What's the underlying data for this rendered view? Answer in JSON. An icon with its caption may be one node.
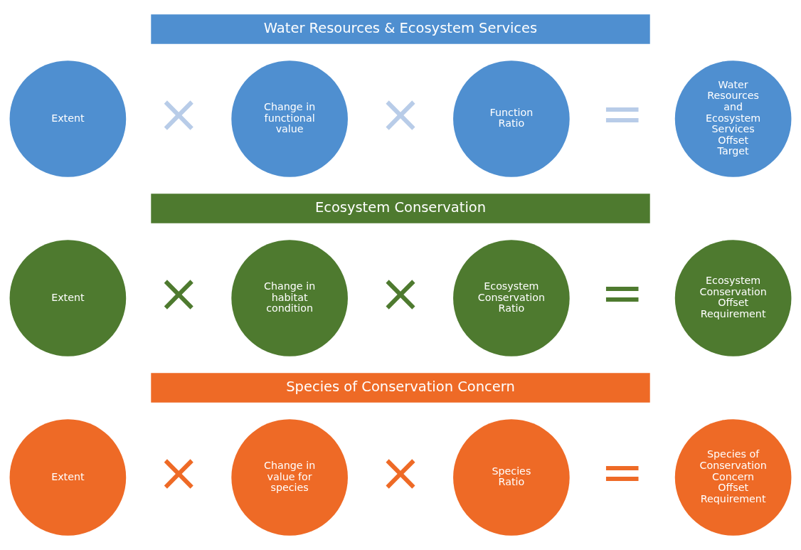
{
  "diagram": {
    "nodes": [
      {
        "text": [
          "Water Resources & Ecosystem Services"
        ]
      },
      {
        "text": [
          "Extent"
        ]
      },
      {
        "text": [
          "Change in functional value"
        ]
      },
      {
        "text": [
          "Function Ratio"
        ]
      },
      {
        "text": [
          "Water Resources and Ecosystem Services Offset Target"
        ]
      },
      {
        "text": [
          "Ecosystem Conservation"
        ]
      },
      {
        "text": [
          "Extent"
        ]
      },
      {
        "text": [
          "Change in habitat condition"
        ]
      },
      {
        "text": [
          "Ecosystem Conservation Ratio"
        ]
      },
      {
        "text": [
          "Ecosystem Conservation Offset Requirement"
        ]
      },
      {
        "text": [
          "Species of Conservation Concern"
        ]
      },
      {
        "text": [
          "Extent"
        ]
      },
      {
        "text": [
          "Change in value for species"
        ]
      },
      {
        "text": [
          "Species Ratio"
        ]
      },
      {
        "text": [
          "Species of Conservation Concern Offset Requirement"
        ]
      }
    ],
    "labels": [
      "×",
      "×",
      "=",
      "×",
      "×",
      "=",
      "×",
      "×",
      "="
    ]
  }
}
